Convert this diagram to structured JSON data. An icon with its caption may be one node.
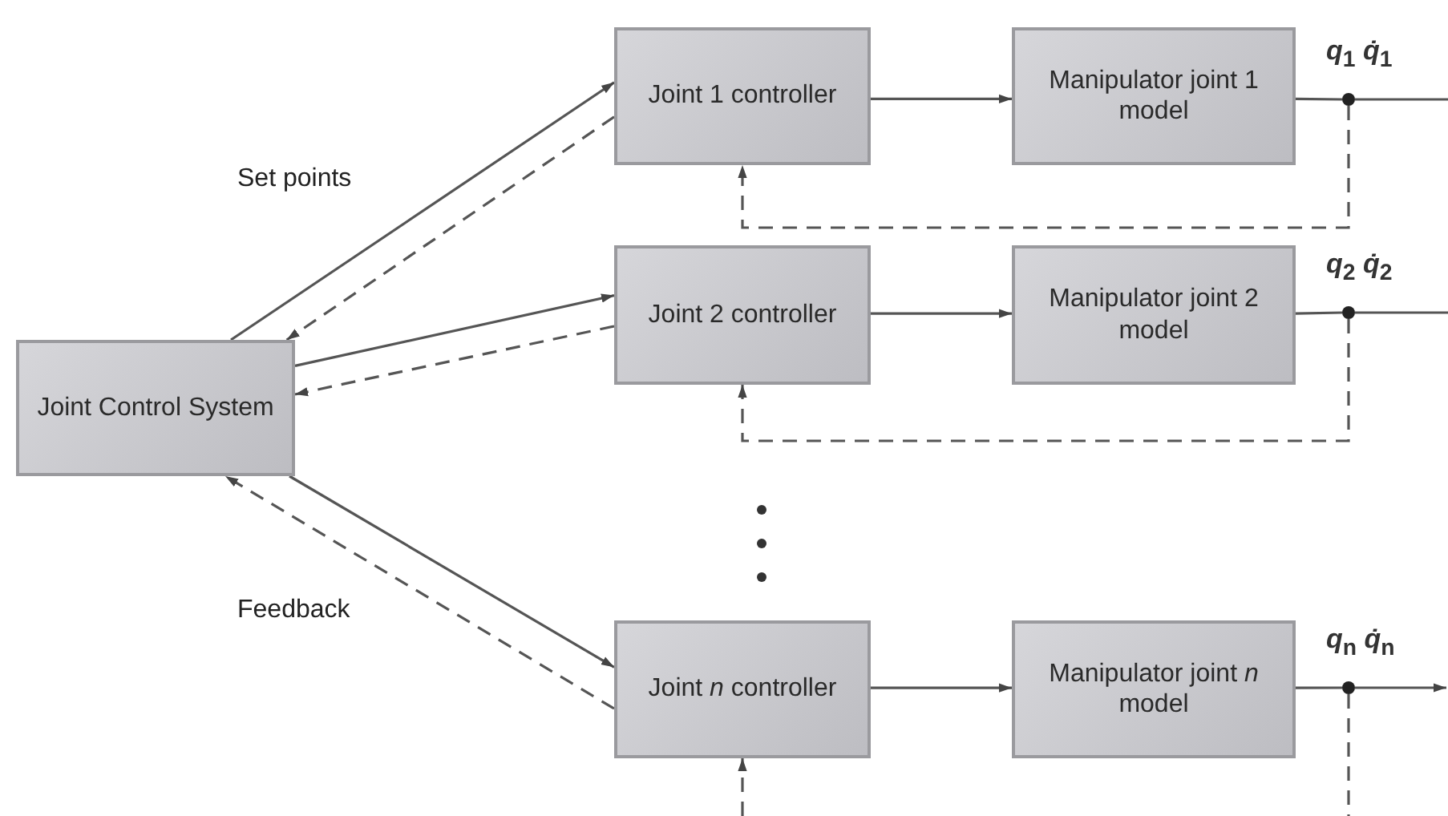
{
  "diagram": {
    "nodes": [
      {
        "text": [
          "Joint Control System"
        ]
      },
      {
        "text": [
          "Joint 1 controller"
        ]
      },
      {
        "text": [
          "Manipulator joint 1 model"
        ]
      },
      {
        "text": [],
        "shape": "circle",
        "beside": [
          "*q*$_{1}$ *q̇*$_{1}$"
        ]
      },
      {
        "text": [
          "Joint 2 controller"
        ]
      },
      {
        "text": [
          "Manipulator joint 2 model"
        ]
      },
      {
        "text": [],
        "shape": "circle",
        "beside": [
          "*q*$_{2}$ *q̇*$_{2}$"
        ]
      },
      {
        "text": [
          "Joint *n* controller"
        ]
      },
      {
        "text": [
          "Manipulator joint *n* model"
        ]
      },
      {
        "text": [],
        "shape": "circle",
        "beside": [
          "*q*$_{n}$ *q̇*$_{n}$"
        ]
      }
    ],
    "edges": [
      {
        "from": 0,
        "to": 1,
        "arrow": "to"
      },
      {
        "from": 1,
        "to": 0,
        "arrow": "to",
        "style": "dashed"
      },
      {
        "from": 0,
        "to": 4,
        "arrow": "to"
      },
      {
        "from": 4,
        "to": 0,
        "arrow": "to",
        "style": "dashed"
      },
      {
        "from": 0,
        "to": 7,
        "arrow": "to"
      },
      {
        "from": 7,
        "to": 0,
        "arrow": "to",
        "style": "dashed"
      },
      {
        "from": 1,
        "to": 2,
        "arrow": "to"
      },
      {
        "from": 2,
        "to": 3,
        "arrow": "none"
      },
      {
        "from": 3,
        "to": null,
        "arrow": "none"
      },
      {
        "from": 3,
        "to": 1,
        "arrow": "to",
        "style": "dashed"
      },
      {
        "from": 4,
        "to": 5,
        "arrow": "to"
      },
      {
        "from": 5,
        "to": 6,
        "arrow": "none"
      },
      {
        "from": 6,
        "to": null,
        "arrow": "none"
      },
      {
        "from": 6,
        "to": 4,
        "arrow": "to",
        "style": "dashed"
      },
      {
        "from": 7,
        "to": 8,
        "arrow": "to"
      },
      {
        "from": 8,
        "to": 9,
        "arrow": "none"
      },
      {
        "from": 9,
        "to": null,
        "arrow": "to"
      },
      {
        "from": 9,
        "to": null,
        "arrow": "none",
        "style": "dashed"
      },
      {
        "from": null,
        "to": 7,
        "arrow": "to",
        "style": "dashed"
      }
    ],
    "labels": [
      "Set points",
      "Feedback"
    ]
  }
}
